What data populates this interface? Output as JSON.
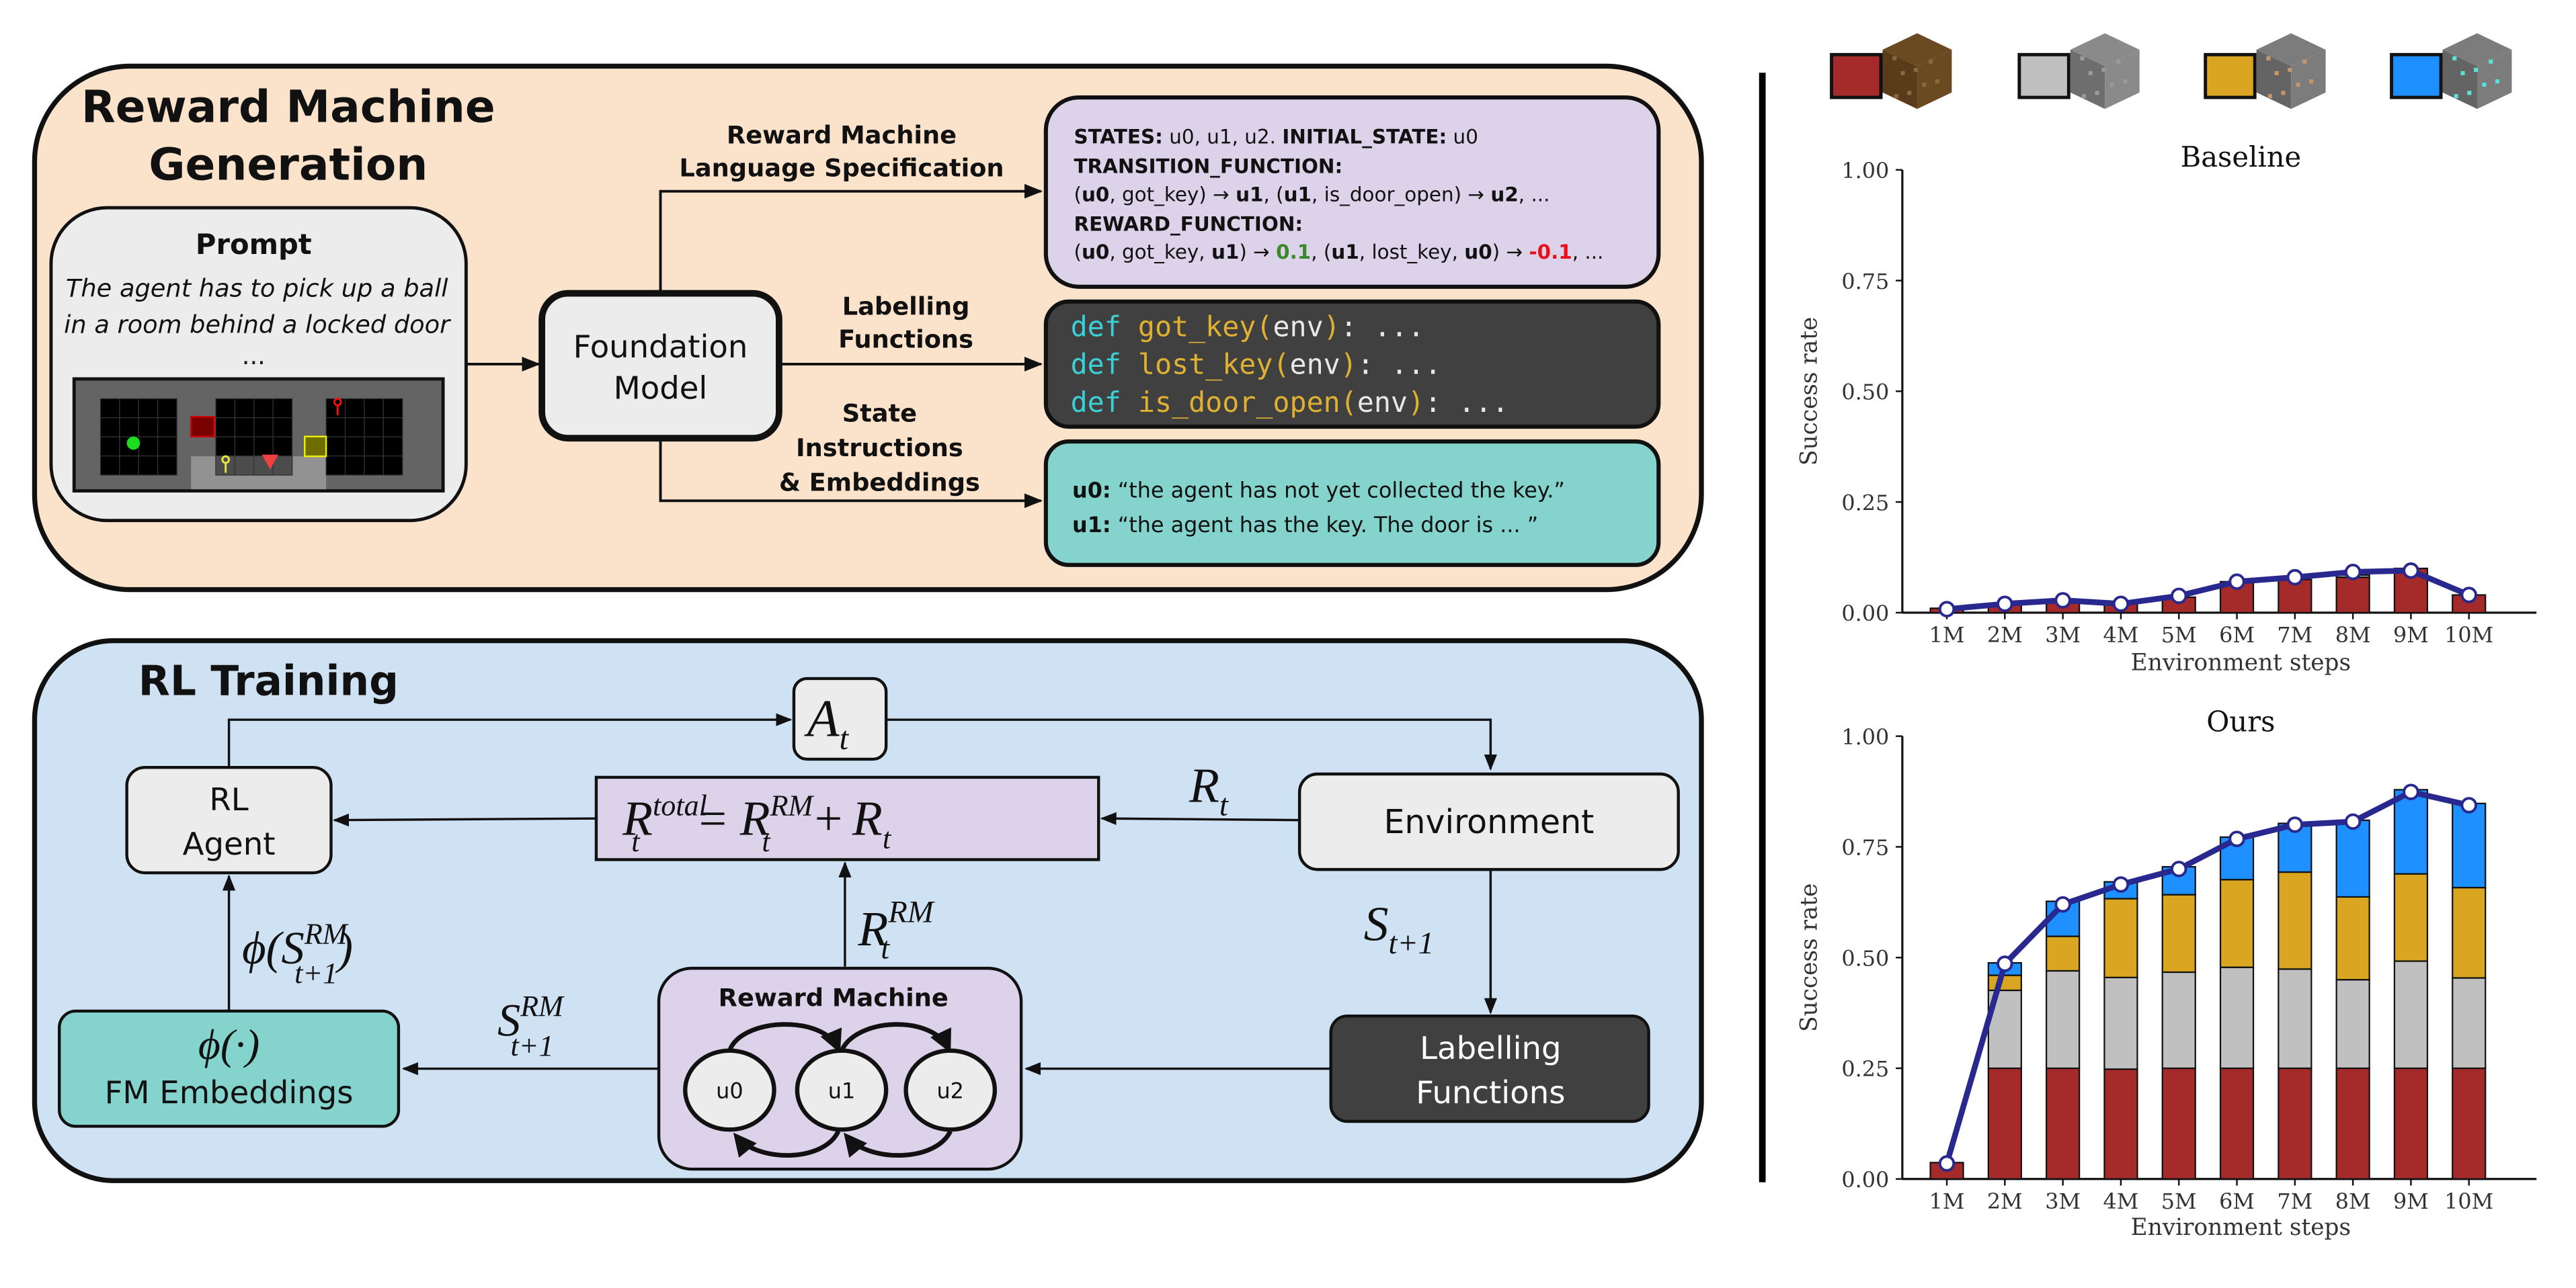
{
  "top_panel": {
    "title_line1": "Reward Machine",
    "title_line2": "Generation",
    "colors": {
      "panel_bg": "#fbe3cb",
      "spec_bg": "#dcd3ea",
      "code_bg": "#404040",
      "embed_bg": "#84d3cc",
      "prompt_bg": "#ececec"
    },
    "prompt": {
      "title": "Prompt",
      "line1": "The agent has to pick up a ball",
      "line2": "in a room behind a locked door",
      "line3": "..."
    },
    "foundation_model": {
      "line1": "Foundation",
      "line2": "Model"
    },
    "edges": {
      "spec_label1": "Reward Machine",
      "spec_label2": "Language Specification",
      "lf_label1": "Labelling",
      "lf_label2": "Functions",
      "si_label1": "State",
      "si_label2": "Instructions",
      "si_label3": "& Embeddings"
    },
    "spec_box": {
      "l1_k1": "STATES:",
      "l1_v1": " u0, u1, u2. ",
      "l1_k2": "INITIAL_STATE:",
      "l1_v2": " u0",
      "l2": "TRANSITION_FUNCTION:",
      "l3_a": "(",
      "l3_b": "u0",
      "l3_c": ", got_key) → ",
      "l3_d": "u1",
      "l3_e": ", (",
      "l3_f": "u1",
      "l3_g": ", is_door_open) → ",
      "l3_h": "u2",
      "l3_i": ", ...",
      "l4": "REWARD_FUNCTION:",
      "l5_a": "(",
      "l5_b": "u0",
      "l5_c": ", got_key, ",
      "l5_d": "u1",
      "l5_e": ") → ",
      "l5_pos": "0.1",
      "l5_f": ", (",
      "l5_g": "u1",
      "l5_h": ", lost_key, ",
      "l5_i": "u0",
      "l5_j": ") → ",
      "l5_neg": "-0.1",
      "l5_k": ", ...",
      "pos_color": "#3a8a2a",
      "neg_color": "#e8101a"
    },
    "code_box": {
      "lines": [
        {
          "kw": "def",
          "name": "got_key",
          "open": "(",
          "arg": "env",
          "close": ")",
          "tail": ": ..."
        },
        {
          "kw": "def",
          "name": "lost_key",
          "open": "(",
          "arg": "env",
          "close": ")",
          "tail": ": ..."
        },
        {
          "kw": "def",
          "name": "is_door_open",
          "open": "(",
          "arg": "env",
          "close": ")",
          "tail": ": ..."
        }
      ],
      "kw_color": "#3ad0d6",
      "name_color": "#e0b030",
      "arg_color": "#e8e8e8"
    },
    "embed_box": {
      "l1_key": "u0:",
      "l1_text": " “the agent has not yet collected the key.”",
      "l2_key": "u1:",
      "l2_text": " “the agent has the key. The door is ... ”"
    }
  },
  "bottom_panel": {
    "title": "RL Training",
    "colors": {
      "panel_bg": "#cfe2f3",
      "node_bg": "#ececec",
      "formula_bg": "#dcd3ea",
      "embed_bg": "#84d3cc",
      "lf_bg": "#404040"
    },
    "action_node": {
      "base": "A",
      "sub": "t"
    },
    "rl_agent": {
      "line1": "RL",
      "line2": "Agent"
    },
    "environment": {
      "label": "Environment"
    },
    "formula": {
      "R": "R",
      "t": "t",
      "total": "total",
      "eq": "=",
      "RM": "RM",
      "plus": "+"
    },
    "edge_rt": {
      "base": "R",
      "sub": "t"
    },
    "edge_rtrm": {
      "base": "R",
      "sup": "RM",
      "sub": "t"
    },
    "edge_st1": {
      "base": "S",
      "sub": "t+1"
    },
    "edge_strm": {
      "base": "S",
      "sup": "RM",
      "sub": "t+1"
    },
    "edge_phi": {
      "phi": "ϕ(",
      "base": "S",
      "sup": "RM",
      "sub": "t+1",
      "close": ")"
    },
    "fm_embeddings": {
      "phi": "ϕ(·)",
      "label": "FM Embeddings"
    },
    "labelling_functions": {
      "line1": "Labelling",
      "line2": "Functions"
    },
    "reward_machine": {
      "title": "Reward Machine",
      "states": [
        "u0",
        "u1",
        "u2"
      ]
    }
  },
  "legend": {
    "items": [
      {
        "name": "wood-log",
        "color": "#a52a2a",
        "icon": "wood-log-block-icon",
        "block_top": "#6b4a22",
        "block_side": "#5a3c1a",
        "speck": "#8a6a3a"
      },
      {
        "name": "stone",
        "color": "#c0c0c0",
        "icon": "stone-block-icon",
        "block_top": "#8a8a8a",
        "block_side": "#6e6e6e",
        "speck": "#9a9a9a"
      },
      {
        "name": "iron-ore",
        "color": "#daa520",
        "icon": "iron-ore-block-icon",
        "block_top": "#7c7c7c",
        "block_side": "#646464",
        "speck": "#c8946a"
      },
      {
        "name": "diamond-ore",
        "color": "#1e90ff",
        "icon": "diamond-ore-block-icon",
        "block_top": "#7c7c7c",
        "block_side": "#646464",
        "speck": "#5de0d8"
      }
    ]
  },
  "chart_data": [
    {
      "type": "bar",
      "title": "Baseline",
      "xlabel": "Environment steps",
      "ylabel": "Success rate",
      "ylim": [
        0,
        1
      ],
      "yticks": [
        "0.00",
        "0.25",
        "0.50",
        "0.75",
        "1.00"
      ],
      "categories": [
        "1M",
        "2M",
        "3M",
        "4M",
        "5M",
        "6M",
        "7M",
        "8M",
        "9M",
        "10M"
      ],
      "stacked": true,
      "series": [
        {
          "name": "wood-log",
          "color": "#a52a2a",
          "values": [
            0.01,
            0.02,
            0.03,
            0.02,
            0.035,
            0.07,
            0.075,
            0.08,
            0.1,
            0.04
          ]
        },
        {
          "name": "stone",
          "color": "#c0c0c0",
          "values": [
            0,
            0,
            0,
            0,
            0,
            0,
            0,
            0.005,
            0,
            0
          ]
        },
        {
          "name": "iron-ore",
          "color": "#daa520",
          "values": [
            0,
            0,
            0,
            0,
            0,
            0,
            0,
            0,
            0,
            0
          ]
        },
        {
          "name": "diamond-ore",
          "color": "#1e90ff",
          "values": [
            0,
            0,
            0,
            0,
            0,
            0,
            0,
            0,
            0,
            0
          ]
        }
      ],
      "line": {
        "name": "success",
        "color": "#28288f",
        "values": [
          0.008,
          0.02,
          0.028,
          0.02,
          0.038,
          0.07,
          0.08,
          0.092,
          0.095,
          0.04
        ]
      },
      "legend": "top"
    },
    {
      "type": "bar",
      "title": "Ours",
      "xlabel": "Environment steps",
      "ylabel": "Success rate",
      "ylim": [
        0,
        1
      ],
      "yticks": [
        "0.00",
        "0.25",
        "0.50",
        "0.75",
        "1.00"
      ],
      "categories": [
        "1M",
        "2M",
        "3M",
        "4M",
        "5M",
        "6M",
        "7M",
        "8M",
        "9M",
        "10M"
      ],
      "stacked": true,
      "series": [
        {
          "name": "wood-log",
          "color": "#a52a2a",
          "values": [
            0.037,
            0.25,
            0.25,
            0.248,
            0.25,
            0.25,
            0.25,
            0.25,
            0.25,
            0.25
          ]
        },
        {
          "name": "stone",
          "color": "#c0c0c0",
          "values": [
            0,
            0.176,
            0.22,
            0.207,
            0.217,
            0.228,
            0.224,
            0.2,
            0.242,
            0.204
          ]
        },
        {
          "name": "iron-ore",
          "color": "#daa520",
          "values": [
            0,
            0.034,
            0.078,
            0.178,
            0.175,
            0.198,
            0.219,
            0.187,
            0.197,
            0.204
          ]
        },
        {
          "name": "diamond-ore",
          "color": "#1e90ff",
          "values": [
            0,
            0.028,
            0.079,
            0.038,
            0.063,
            0.096,
            0.11,
            0.173,
            0.19,
            0.19
          ]
        }
      ],
      "line": {
        "name": "success",
        "color": "#28288f",
        "values": [
          0.035,
          0.486,
          0.62,
          0.665,
          0.7,
          0.768,
          0.8,
          0.807,
          0.874,
          0.844
        ]
      },
      "legend": "top"
    }
  ]
}
